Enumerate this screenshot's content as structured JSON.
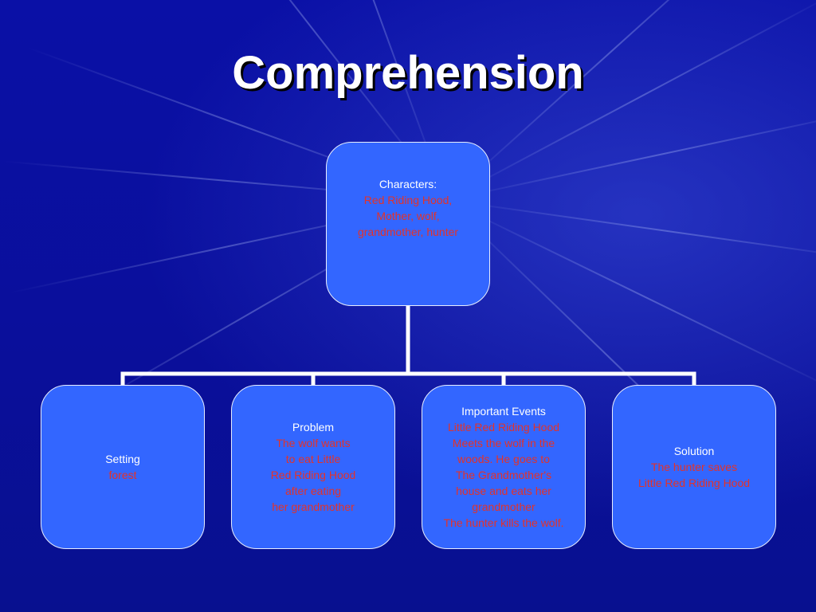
{
  "slide": {
    "title": "Comprehension"
  },
  "colors": {
    "background": "#0a0f9e",
    "box_fill": "#3366ff",
    "box_border": "#e8eeff",
    "heading_text": "#ffffff",
    "detail_text": "#e3322a",
    "connector": "#ffffff"
  },
  "diagram": {
    "root": {
      "heading": "Characters:",
      "lines": [
        "Red Riding Hood,",
        "Mother, wolf,",
        "grandmother, hunter"
      ]
    },
    "children": [
      {
        "heading": "Setting",
        "lines": [
          "forest"
        ]
      },
      {
        "heading": "Problem",
        "lines": [
          "The wolf wants",
          "to eat Little",
          "Red Riding Hood",
          "after eating",
          "her grandmother"
        ]
      },
      {
        "heading": "Important Events",
        "lines": [
          "Little Red Riding Hood",
          "Meets the wolf in the",
          "woods.  He goes to",
          "The Grandmother's",
          "house and eats her",
          "grandmother",
          "The hunter kills the wolf."
        ]
      },
      {
        "heading": "Solution",
        "lines": [
          "The hunter saves",
          "Little Red Riding Hood"
        ]
      }
    ]
  }
}
